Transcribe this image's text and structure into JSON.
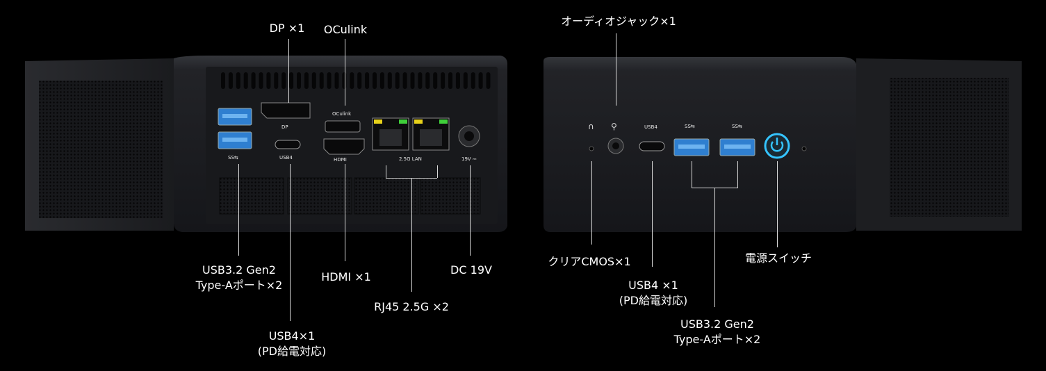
{
  "colors": {
    "background": "#000000",
    "body": "#1c1d20",
    "usb_blue": "#2f7fd0",
    "power_ring": "#35c4ff",
    "lan_led_yellow": "#e8d21a",
    "lan_led_green": "#3fcf3a"
  },
  "rear": {
    "callouts": {
      "dp": "DP ×1",
      "oculink": "OCulink",
      "usb_a_line1": "USB3.2 Gen2",
      "usb_a_line2": "Type-Aポート×2",
      "usb4_line1": "USB4×1",
      "usb4_line2": "(PD給電対応)",
      "hdmi": "HDMI ×1",
      "rj45": "RJ45 2.5G ×2",
      "dc": "DC 19V"
    },
    "port_print": {
      "dp": "DP",
      "oculink": "OCulink",
      "usb_a": "SS⇆",
      "usb4": "USB4",
      "hdmi": "HDMI",
      "lan": "2.5G LAN",
      "dc": "19V ⎓"
    }
  },
  "front": {
    "callouts": {
      "audio": "オーディオジャック×1",
      "cmos": "クリアCMOS×1",
      "usb4_line1": "USB4 ×1",
      "usb4_line2": "(PD給電対応)",
      "usb_a_line1": "USB3.2 Gen2",
      "usb_a_line2": "Type-Aポート×2",
      "power": "電源スイッチ"
    },
    "port_print": {
      "headphone": "∩",
      "mic": "⚲",
      "usb4": "USB4",
      "usb_a_1": "SS⇆",
      "usb_a_2": "SS⇆"
    }
  }
}
